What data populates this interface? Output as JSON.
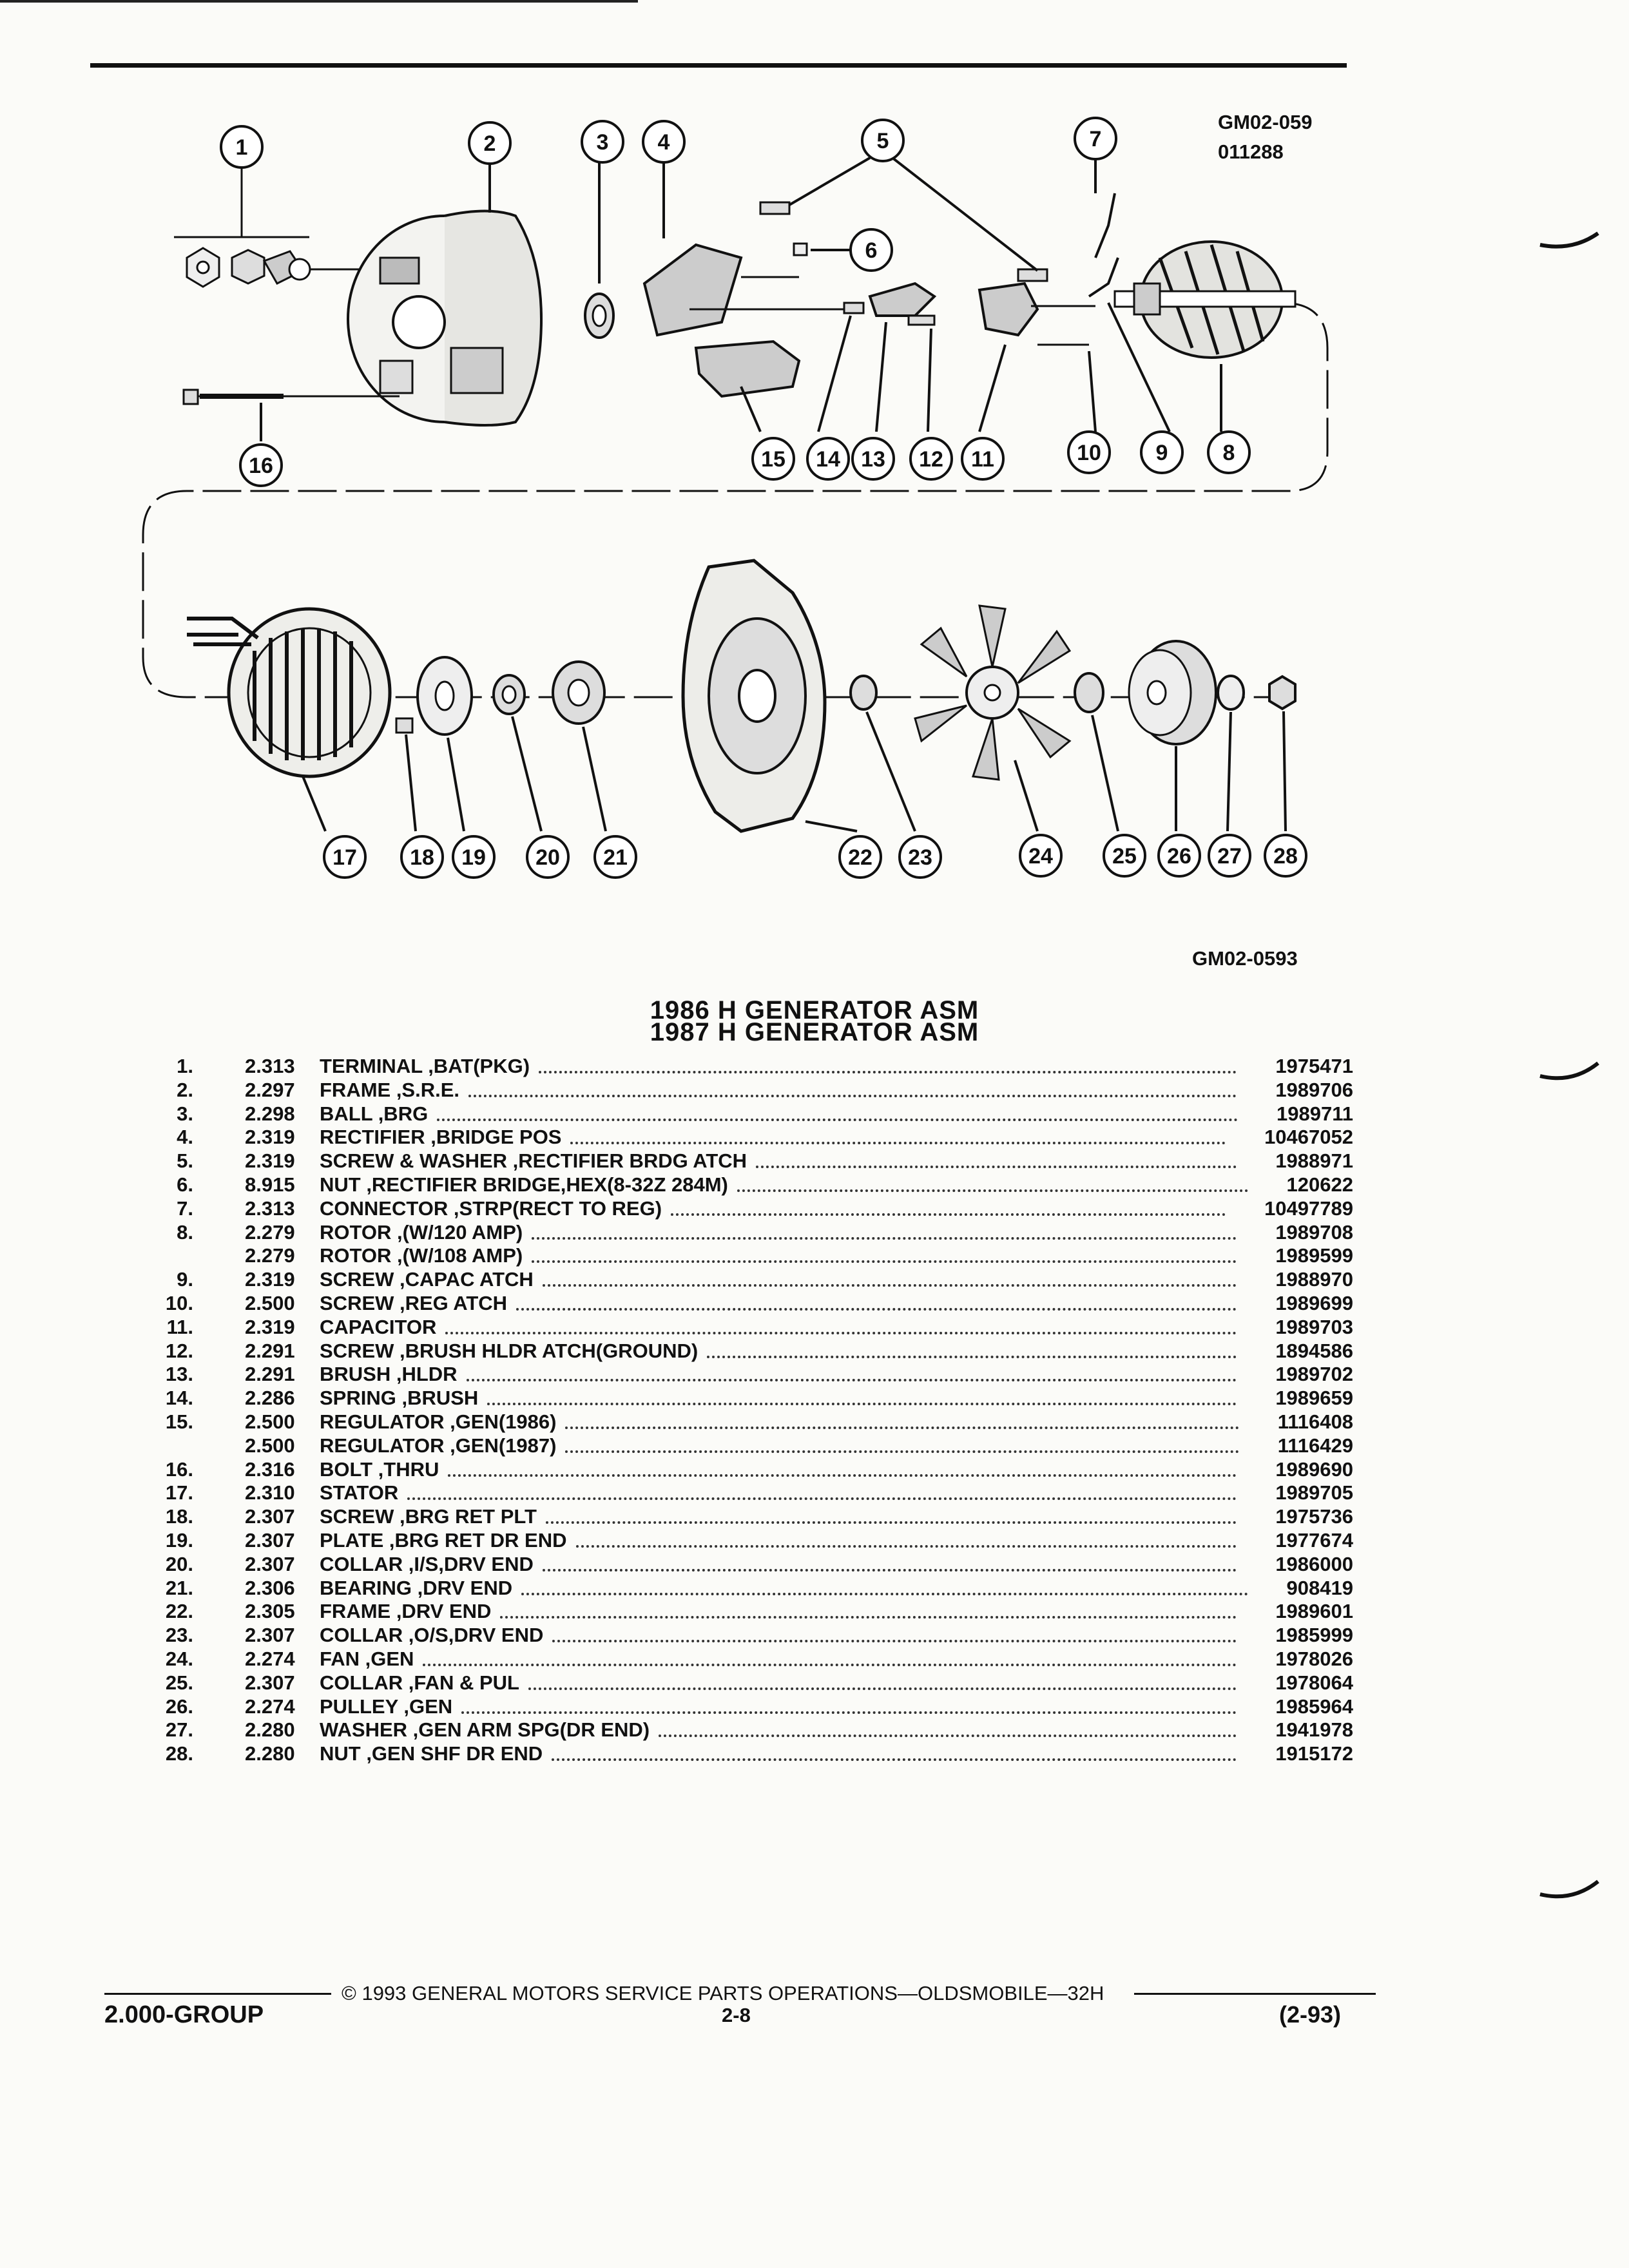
{
  "diagram": {
    "code_top": "GM02-059",
    "code_top_sub": "011288",
    "code_bottom": "GM02-0593",
    "callouts": [
      "1",
      "2",
      "3",
      "4",
      "5",
      "6",
      "7",
      "8",
      "9",
      "10",
      "11",
      "12",
      "13",
      "14",
      "15",
      "16",
      "17",
      "18",
      "19",
      "20",
      "21",
      "22",
      "23",
      "24",
      "25",
      "26",
      "27",
      "28"
    ]
  },
  "title": {
    "line1": "1986 H GENERATOR ASM",
    "line2": "1987 H GENERATOR ASM"
  },
  "parts": [
    {
      "num": "1.",
      "group": "2.313",
      "desc": "TERMINAL ,BAT(PKG)",
      "part": "1975471"
    },
    {
      "num": "2.",
      "group": "2.297",
      "desc": "FRAME ,S.R.E.",
      "part": "1989706"
    },
    {
      "num": "3.",
      "group": "2.298",
      "desc": "BALL ,BRG",
      "part": "1989711"
    },
    {
      "num": "4.",
      "group": "2.319",
      "desc": "RECTIFIER ,BRIDGE POS",
      "part": "10467052"
    },
    {
      "num": "5.",
      "group": "2.319",
      "desc": "SCREW & WASHER ,RECTIFIER BRDG ATCH",
      "part": "1988971"
    },
    {
      "num": "6.",
      "group": "8.915",
      "desc": "NUT ,RECTIFIER BRIDGE,HEX(8-32Z 284M)",
      "part": "120622"
    },
    {
      "num": "7.",
      "group": "2.313",
      "desc": "CONNECTOR ,STRP(RECT TO REG)",
      "part": "10497789"
    },
    {
      "num": "8.",
      "group": "2.279",
      "desc": "ROTOR ,(W/120 AMP)",
      "part": "1989708"
    },
    {
      "num": "",
      "group": "2.279",
      "desc": "ROTOR ,(W/108 AMP)",
      "part": "1989599"
    },
    {
      "num": "9.",
      "group": "2.319",
      "desc": "SCREW ,CAPAC ATCH",
      "part": "1988970"
    },
    {
      "num": "10.",
      "group": "2.500",
      "desc": "SCREW ,REG ATCH",
      "part": "1989699"
    },
    {
      "num": "11.",
      "group": "2.319",
      "desc": "CAPACITOR",
      "part": "1989703"
    },
    {
      "num": "12.",
      "group": "2.291",
      "desc": "SCREW ,BRUSH HLDR ATCH(GROUND)",
      "part": "1894586"
    },
    {
      "num": "13.",
      "group": "2.291",
      "desc": "BRUSH ,HLDR",
      "part": "1989702"
    },
    {
      "num": "14.",
      "group": "2.286",
      "desc": "SPRING ,BRUSH",
      "part": "1989659"
    },
    {
      "num": "15.",
      "group": "2.500",
      "desc": "REGULATOR ,GEN(1986)",
      "part": "1116408"
    },
    {
      "num": "",
      "group": "2.500",
      "desc": "REGULATOR ,GEN(1987)",
      "part": "1116429"
    },
    {
      "num": "16.",
      "group": "2.316",
      "desc": "BOLT ,THRU",
      "part": "1989690"
    },
    {
      "num": "17.",
      "group": "2.310",
      "desc": "STATOR",
      "part": "1989705"
    },
    {
      "num": "18.",
      "group": "2.307",
      "desc": "SCREW ,BRG RET PLT",
      "part": "1975736"
    },
    {
      "num": "19.",
      "group": "2.307",
      "desc": "PLATE ,BRG RET DR END",
      "part": "1977674"
    },
    {
      "num": "20.",
      "group": "2.307",
      "desc": "COLLAR ,I/S,DRV END",
      "part": "1986000"
    },
    {
      "num": "21.",
      "group": "2.306",
      "desc": "BEARING ,DRV END",
      "part": "908419"
    },
    {
      "num": "22.",
      "group": "2.305",
      "desc": "FRAME ,DRV END",
      "part": "1989601"
    },
    {
      "num": "23.",
      "group": "2.307",
      "desc": "COLLAR ,O/S,DRV END",
      "part": "1985999"
    },
    {
      "num": "24.",
      "group": "2.274",
      "desc": "FAN ,GEN",
      "part": "1978026"
    },
    {
      "num": "25.",
      "group": "2.307",
      "desc": "COLLAR ,FAN & PUL",
      "part": "1978064"
    },
    {
      "num": "26.",
      "group": "2.274",
      "desc": "PULLEY ,GEN",
      "part": "1985964"
    },
    {
      "num": "27.",
      "group": "2.280",
      "desc": "WASHER ,GEN ARM SPG(DR END)",
      "part": "1941978"
    },
    {
      "num": "28.",
      "group": "2.280",
      "desc": "NUT ,GEN SHF DR END",
      "part": "1915172"
    }
  ],
  "footer": {
    "copyright": "© 1993 GENERAL MOTORS SERVICE PARTS OPERATIONS—OLDSMOBILE—32H",
    "group": "2.000-GROUP",
    "page": "2-8",
    "date": "(2-93)"
  }
}
